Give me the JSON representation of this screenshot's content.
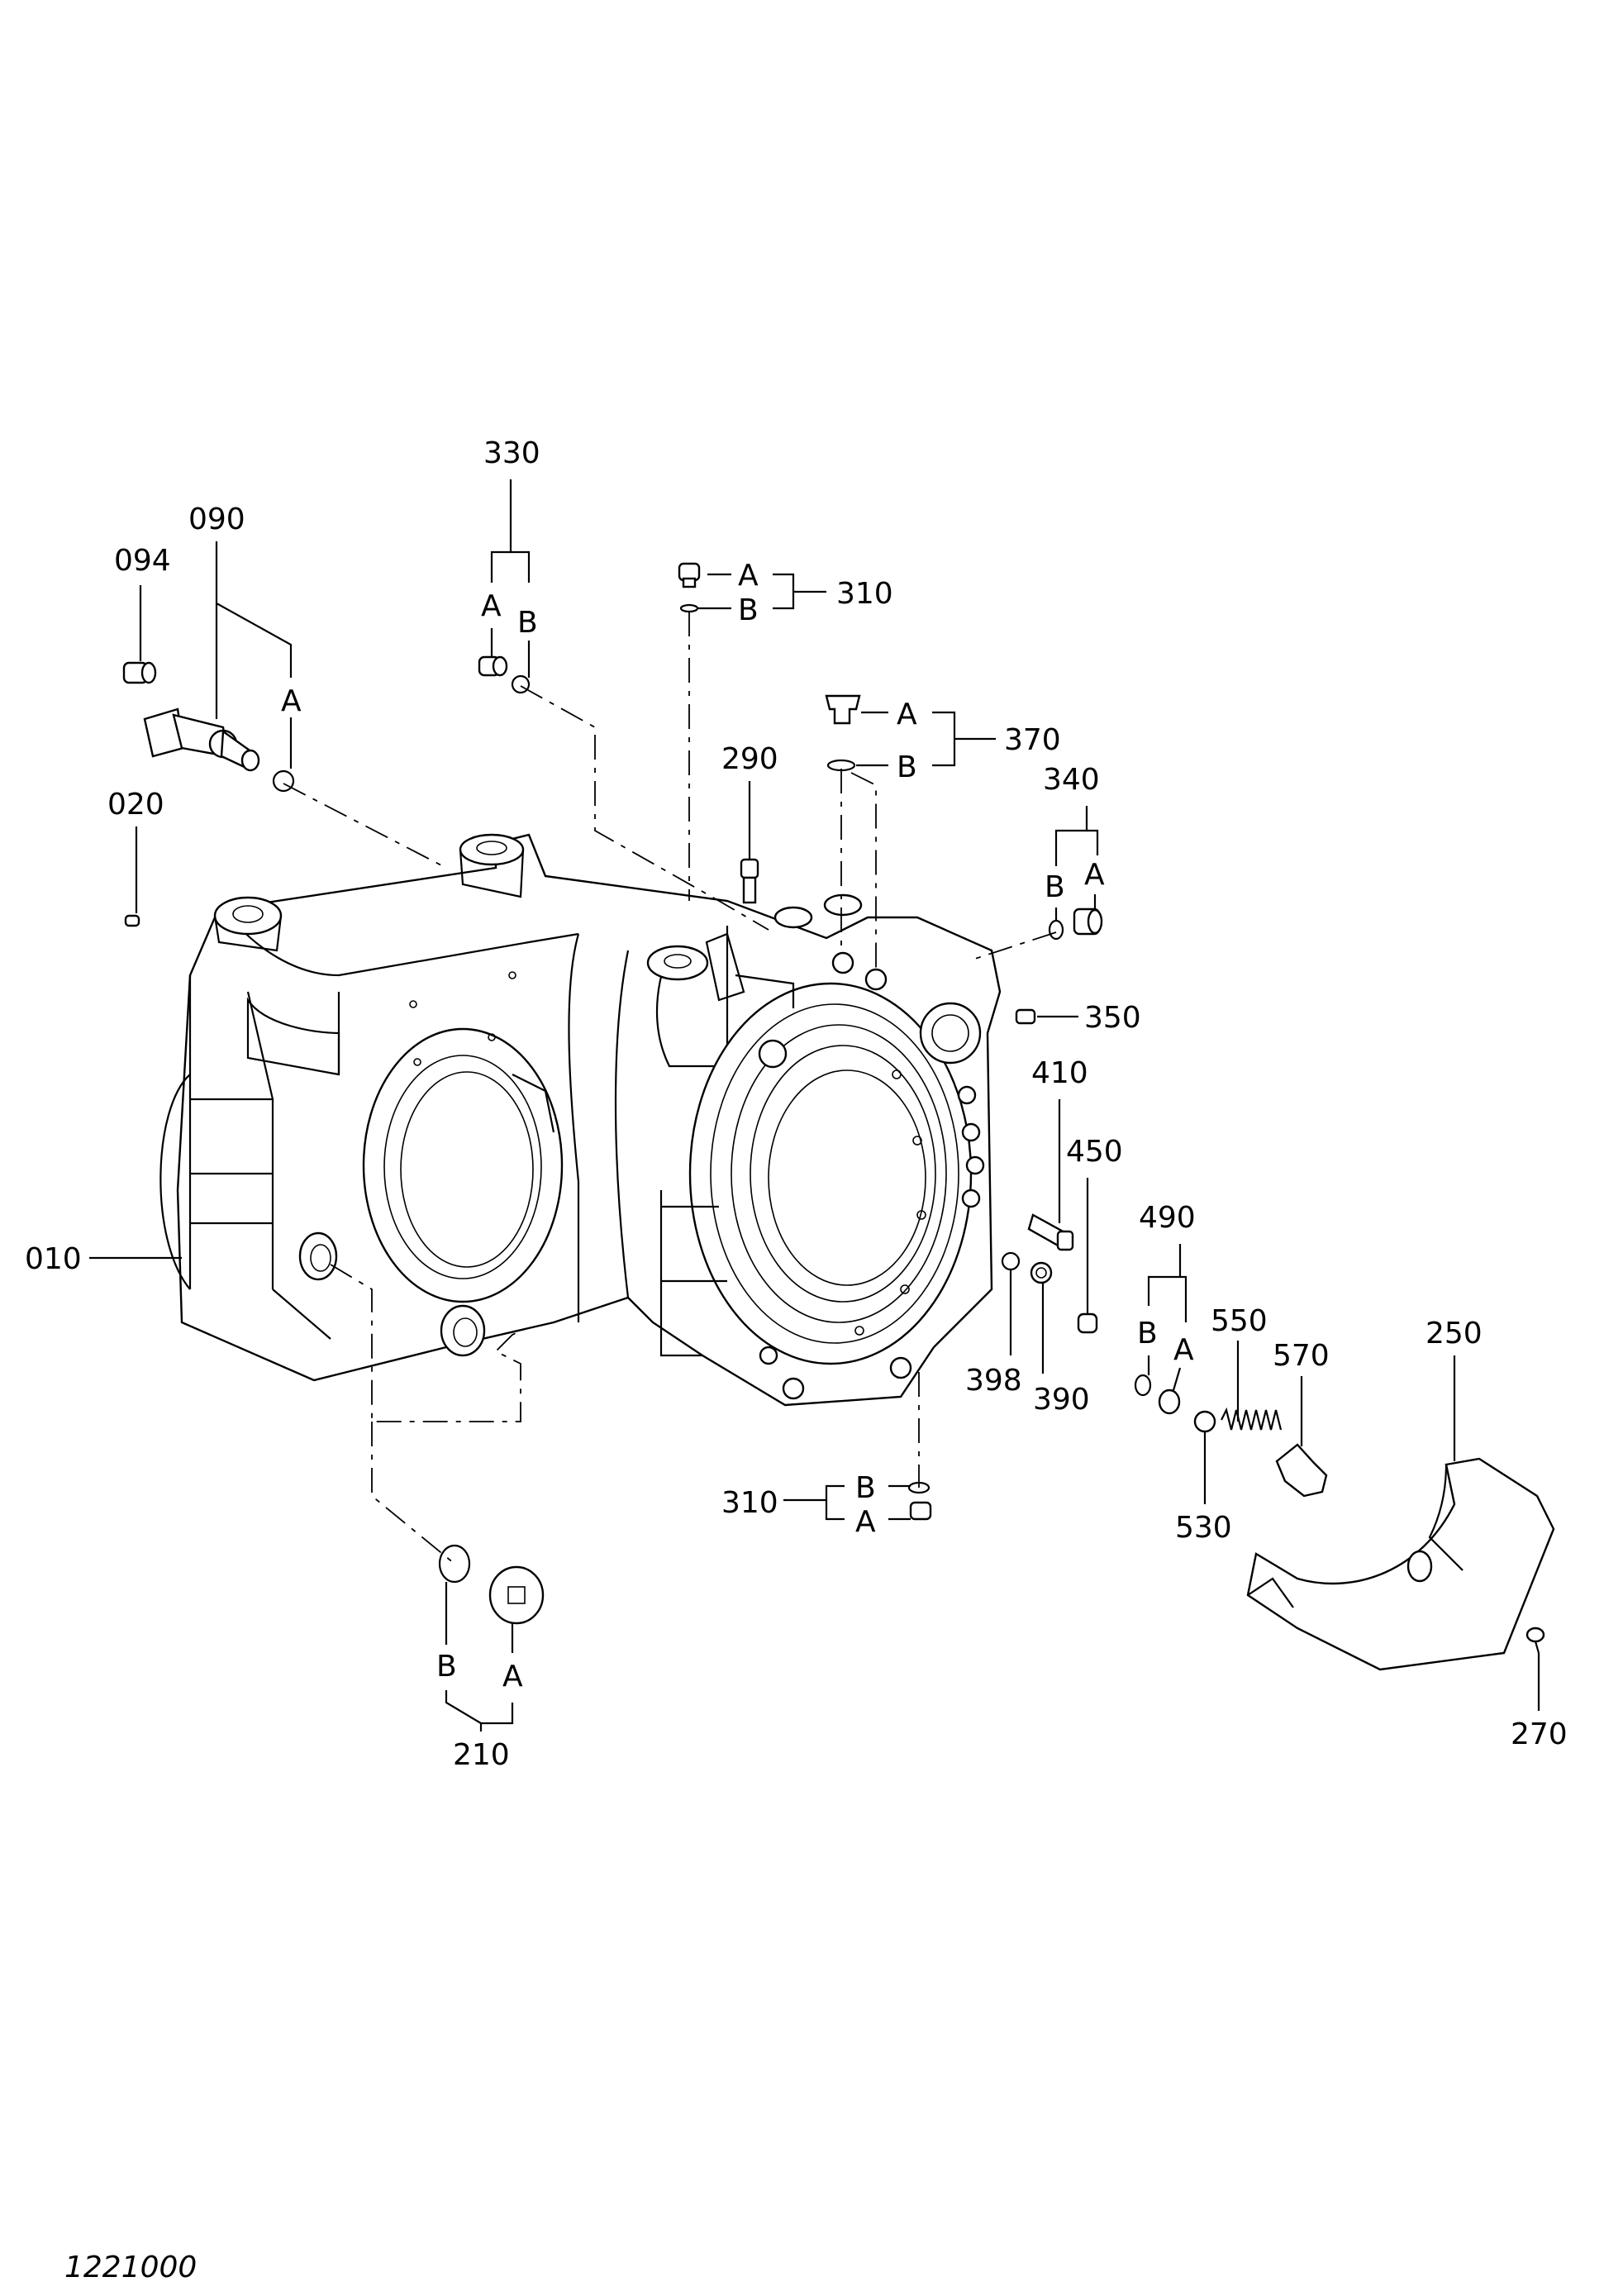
{
  "figure_number": "1221000",
  "callouts": {
    "p010": "010",
    "p020": "020",
    "p090": "090",
    "p094": "094",
    "p210": "210",
    "p250": "250",
    "p270": "270",
    "p290": "290",
    "p310_top": "310",
    "p310_bottom": "310",
    "p330": "330",
    "p340": "340",
    "p350": "350",
    "p370": "370",
    "p390": "390",
    "p398": "398",
    "p410": "410",
    "p450": "450",
    "p490": "490",
    "p530": "530",
    "p550": "550",
    "p570": "570"
  },
  "sublabels": {
    "a": "A",
    "b": "B"
  }
}
